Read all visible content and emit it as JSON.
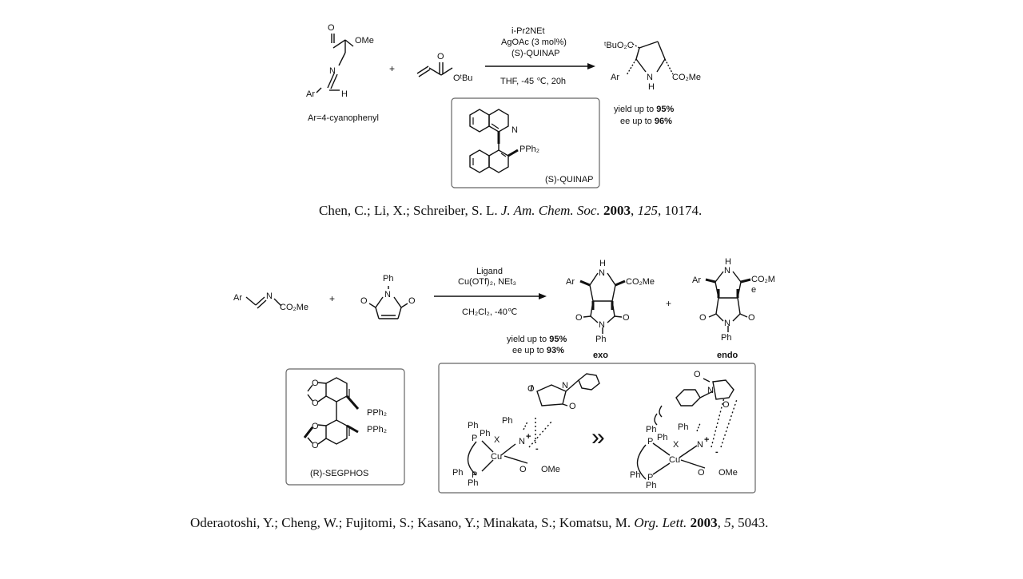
{
  "scheme1": {
    "reagents": [
      "i-Pr2NEt",
      "AgOAc (3 mol%)",
      "(S)-QUINAP",
      "THF, -45 ℃, 20h"
    ],
    "reactant1": {
      "ome": "OMe",
      "o": "O",
      "n": "N",
      "ar": "Ar",
      "h": "H"
    },
    "aryl_definition": "Ar=4-cyanophenyl",
    "plus": "+",
    "reactant2": {
      "o": "O",
      "group": "OᵗBu"
    },
    "product": {
      "ester1": "ᵗBuO₂C",
      "ar": "Ar",
      "nh": "N",
      "h": "H",
      "ester2": "CO₂Me"
    },
    "yield": {
      "prefix": "yield up to ",
      "value": "95%"
    },
    "ee": {
      "prefix": "ee up to ",
      "value": "96%"
    },
    "ligand": {
      "n": "N",
      "pph2": "PPh₂",
      "name": "(S)-QUINAP"
    }
  },
  "reference1": {
    "authors": "Chen, C.; Li, X.; Schreiber, S. L. ",
    "journal": "J. Am. Chem. Soc.",
    "year": "2003",
    "volume": "125",
    "pages": ", 10174."
  },
  "scheme2": {
    "reagents": [
      "Ligand",
      "Cu(OTf)₂, NEt₃",
      "CH₂Cl₂, -40℃"
    ],
    "imine": {
      "ar": "Ar",
      "n": "N",
      "ester": "CO₂Me"
    },
    "plus": "+",
    "maleimide": {
      "ph": "Ph",
      "n": "N",
      "o": "O"
    },
    "exo": {
      "label": "exo",
      "ar": "Ar",
      "n": "N",
      "h": "H",
      "ester": "CO₂Me",
      "o": "O",
      "ph": "Ph"
    },
    "endo": {
      "label": "endo",
      "ar": "Ar",
      "n": "N",
      "h": "H",
      "ester": "CO₂M",
      "ester_e": "e",
      "o": "O",
      "ph": "Ph"
    },
    "yield": {
      "prefix": "yield up to ",
      "value": "95%"
    },
    "ee": {
      "prefix": "ee up to ",
      "value": "93%"
    },
    "ligand": {
      "pph2": "PPh₂",
      "o": "O",
      "name": "(R)-SEGPHOS"
    },
    "transition_state": {
      "ph": "Ph",
      "p": "P",
      "cu": "Cu",
      "x": "X",
      "n": "N",
      "plus": "+",
      "minus": "-",
      "ome": "OMe",
      "o": "O",
      "comparison": "»"
    }
  },
  "reference2": {
    "authors": "Oderaotoshi, Y.; Cheng, W.; Fujitomi, S.; Kasano, Y.; Minakata, S.; Komatsu, M. ",
    "journal": "Org. Lett.",
    "year": "2003",
    "volume": "5",
    "pages": ", 5043."
  }
}
